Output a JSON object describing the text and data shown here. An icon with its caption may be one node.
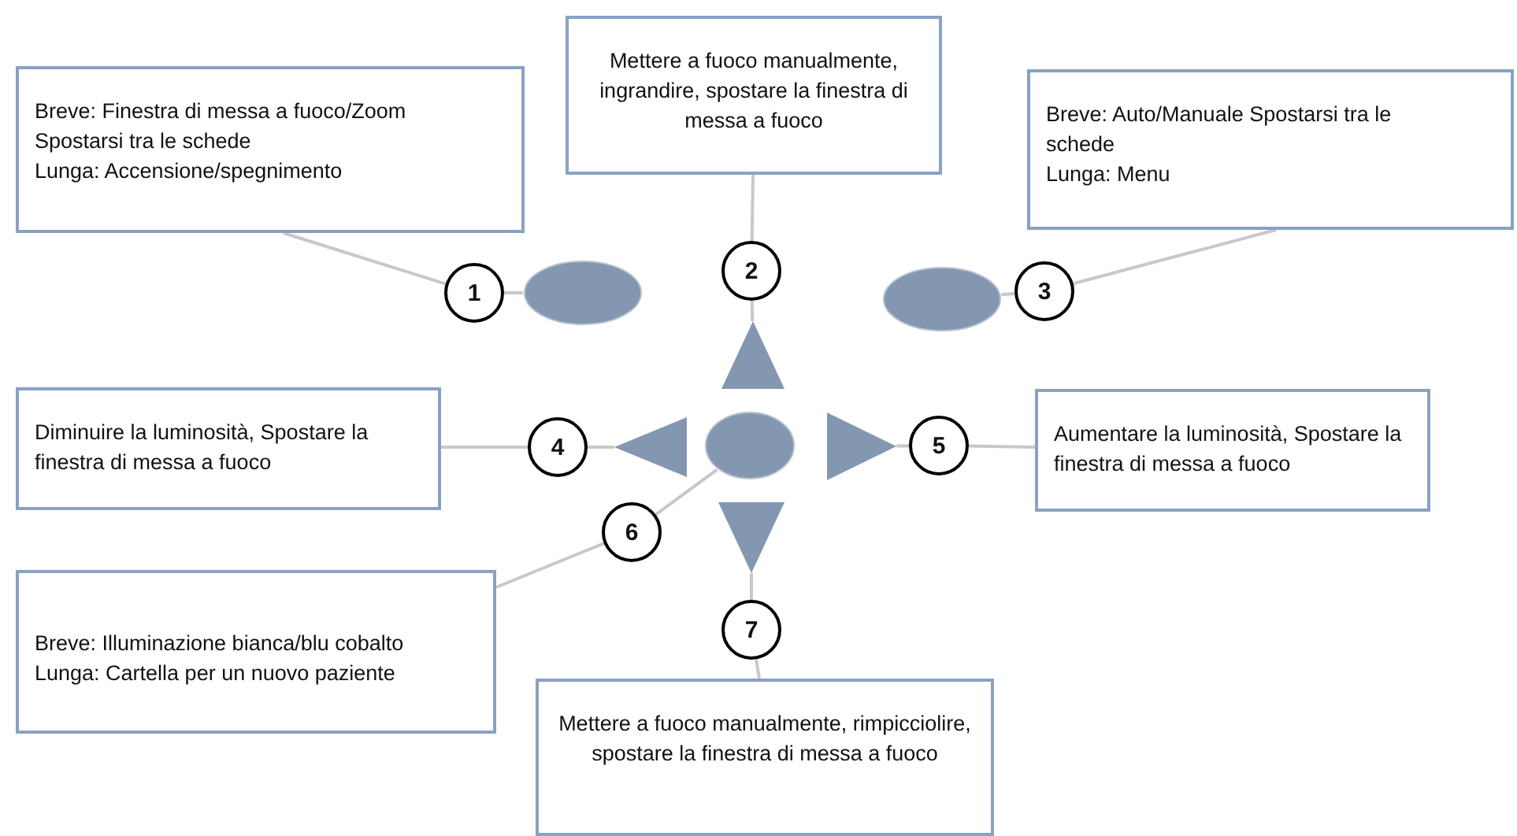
{
  "diagram": {
    "nodes": [
      {
        "text": [
          "Breve: Finestra di messa a fuoco/Zoom",
          "Spostarsi tra le schede",
          "Lunga: Accensione/spegnimento"
        ]
      },
      {
        "text": [
          "Mettere a fuoco manualmente, ingrandire, spostare la finestra di messa a fuoco"
        ]
      },
      {
        "text": [
          "Breve: Auto/Manuale Spostarsi tra le schede",
          "Lunga: Menu"
        ]
      },
      {
        "text": [
          "Diminuire la luminosità, Spostare la finestra di messa a fuoco"
        ]
      },
      {
        "text": [
          "Aumentare la luminosità, Spostare la finestra di messa a fuoco"
        ]
      },
      {
        "text": [
          "Breve: Illuminazione bianca/blu cobalto",
          "Lunga: Cartella per un nuovo paziente"
        ]
      },
      {
        "text": [
          "Mettere a fuoco manualmente, rimpicciolire, spostare la finestra di messa a fuoco"
        ]
      },
      {
        "text": [
          "1"
        ]
      },
      {
        "text": [
          "2"
        ]
      },
      {
        "text": [
          "3"
        ]
      },
      {
        "text": [
          "4"
        ]
      },
      {
        "text": [
          "5"
        ]
      },
      {
        "text": [
          "6"
        ]
      },
      {
        "text": [
          "7"
        ]
      },
      {
        "text": [],
        "shape": "ellipse"
      },
      {
        "text": [],
        "shape": "triangle"
      },
      {
        "text": [],
        "shape": "ellipse"
      },
      {
        "text": [],
        "shape": "triangle"
      },
      {
        "text": [],
        "shape": "ellipse"
      },
      {
        "text": [],
        "shape": "triangle"
      },
      {
        "text": [],
        "shape": "triangle"
      }
    ],
    "edges": [
      {
        "from": 0,
        "to": 7,
        "arrow": "none"
      },
      {
        "from": 7,
        "to": 14,
        "arrow": "none"
      },
      {
        "from": 1,
        "to": 8,
        "arrow": "none"
      },
      {
        "from": 8,
        "to": 15,
        "arrow": "none"
      },
      {
        "from": 2,
        "to": 9,
        "arrow": "none"
      },
      {
        "from": 9,
        "to": 16,
        "arrow": "none"
      },
      {
        "from": 3,
        "to": 10,
        "arrow": "none"
      },
      {
        "from": 10,
        "to": 17,
        "arrow": "none"
      },
      {
        "from": 4,
        "to": 11,
        "arrow": "none"
      },
      {
        "from": 11,
        "to": 19,
        "arrow": "none"
      },
      {
        "from": 5,
        "to": 12,
        "arrow": "none"
      },
      {
        "from": 12,
        "to": 18,
        "arrow": "none"
      },
      {
        "from": 6,
        "to": 13,
        "arrow": "none"
      },
      {
        "from": 13,
        "to": 20,
        "arrow": "none"
      }
    ]
  }
}
